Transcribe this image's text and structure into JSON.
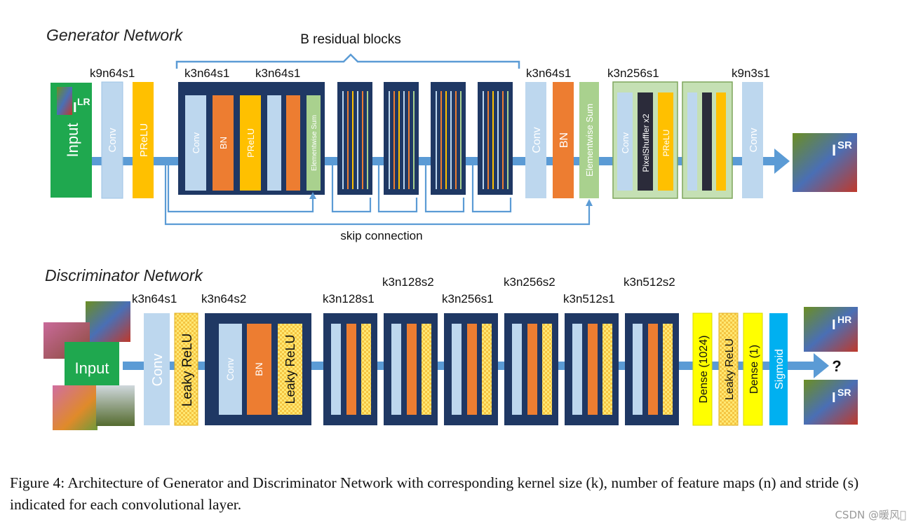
{
  "generator": {
    "title": "Generator Network",
    "residual_label": "B residual blocks",
    "skip_label": "skip connection",
    "input_label": "Input",
    "input_image_label": "LR",
    "output_image_label": "SR",
    "params": [
      "k9n64s1",
      "k3n64s1",
      "k3n64s1",
      "k3n64s1",
      "k3n256s1",
      "k9n3s1"
    ],
    "layers": {
      "conv": "Conv",
      "prelu": "PReLU",
      "bn": "BN",
      "sum": "Elementwise Sum",
      "pixel_shuffler": "PixelShuffler x2"
    }
  },
  "discriminator": {
    "title": "Discriminator Network",
    "input_label": "Input",
    "params": [
      "k3n64s1",
      "k3n64s2",
      "k3n128s1",
      "k3n128s2",
      "k3n256s1",
      "k3n256s2",
      "k3n512s1",
      "k3n512s2"
    ],
    "layers": {
      "conv": "Conv",
      "leaky_relu": "Leaky ReLU",
      "bn": "BN",
      "dense1024": "Dense (1024)",
      "dense1": "Dense (1)",
      "sigmoid": "Sigmoid"
    },
    "output_labels": [
      "HR",
      "SR"
    ],
    "question": "?"
  },
  "caption": "Figure 4: Architecture of Generator and Discriminator Network with corresponding kernel size (k), number of feature maps (n) and stride (s) indicated for each convolutional layer.",
  "watermark": "CSDN @暖风\u0000",
  "colors": {
    "conv": "#bdd7ee",
    "bn": "#ed7d31",
    "prelu": "#ffc000",
    "green": "#1fa84f",
    "block": "#1f3864",
    "sum": "#a9d18e",
    "upsample_bg": "#c5e0b4",
    "arrow": "#5b9bd5",
    "dense": "#ffff00",
    "sigmoid": "#00b0f0"
  }
}
